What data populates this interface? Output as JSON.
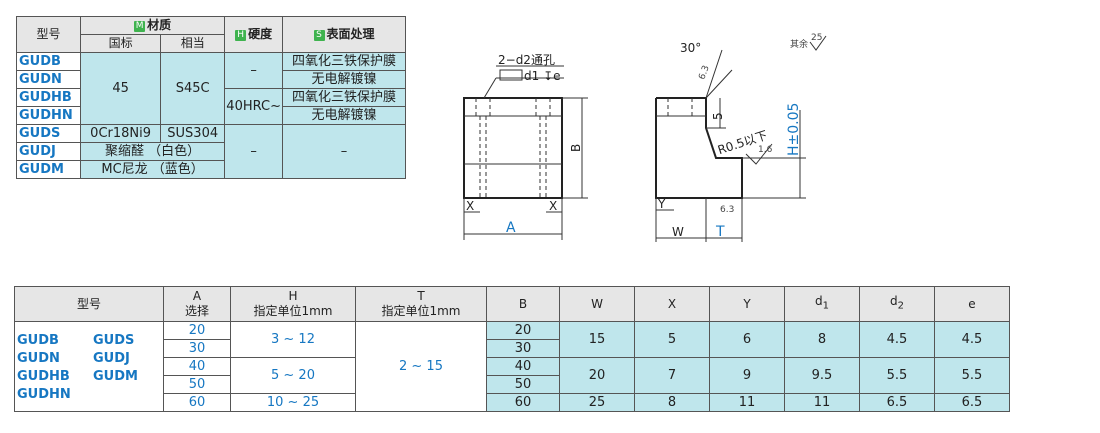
{
  "material_table": {
    "h_model": "型号",
    "h_material_tag": "M",
    "h_material": "材质",
    "h_gb": "国标",
    "h_equiv": "相当",
    "h_hardness_tag": "H",
    "h_hardness": "硬度",
    "h_surface_tag": "S",
    "h_surface": "表面处理",
    "rows": [
      {
        "model": "GUDB"
      },
      {
        "model": "GUDN"
      },
      {
        "model": "GUDHB"
      },
      {
        "model": "GUDHN"
      },
      {
        "model": "GUDS"
      },
      {
        "model": "GUDJ"
      },
      {
        "model": "GUDM"
      }
    ],
    "mat_45_gb": "45",
    "mat_45_eq": "S45C",
    "hard_dash1": "–",
    "hard_40": "40HRC~",
    "surf_1": "四氧化三铁保护膜",
    "surf_2": "无电解镀镍",
    "surf_3": "四氧化三铁保护膜",
    "surf_4": "无电解镀镍",
    "guds_gb": "0Cr18Ni9",
    "guds_eq": "SUS304",
    "gudj_mat": "聚缩醛 （白色）",
    "gudm_mat": "MC尼龙 （蓝色）",
    "hard_dash2": "–",
    "surf_dash": "–"
  },
  "drawing": {
    "hole_label": "2−d2通孔",
    "d1e_label": "d1 ↧e",
    "B": "B",
    "A": "A",
    "X": "X",
    "angle": "30°",
    "rest": "其余",
    "five": "5",
    "r05": "R0.5以下",
    "h_tol": "H±0.05",
    "Y": "Y",
    "W": "W",
    "T": "T",
    "rough1": "6.3",
    "rough2": "1.6",
    "rough3": "6.3",
    "rough4": "25"
  },
  "spec_table": {
    "h_model": "型号",
    "h_A": "A",
    "h_A_sub": "选择",
    "h_H": "H",
    "h_H_sub": "指定单位1mm",
    "h_T": "T",
    "h_T_sub": "指定单位1mm",
    "h_B": "B",
    "h_W": "W",
    "h_X": "X",
    "h_Y": "Y",
    "h_d1": "d",
    "h_d1_sub": "1",
    "h_d2": "d",
    "h_d2_sub": "2",
    "h_e": "e",
    "models_col1": [
      "GUDB",
      "GUDN",
      "GUDHB",
      "GUDHN"
    ],
    "models_col2": [
      "GUDS",
      "GUDJ",
      "GUDM"
    ],
    "A_values": [
      "20",
      "30",
      "40",
      "50",
      "60"
    ],
    "H_ranges": [
      "3 ~ 12",
      "5 ~ 20",
      "10 ~ 25"
    ],
    "T_range": "2 ~ 15",
    "B_values": [
      "20",
      "30",
      "40",
      "50",
      "60"
    ],
    "groups": [
      {
        "W": "15",
        "X": "5",
        "Y": "6",
        "d1": "8",
        "d2": "4.5",
        "e": "4.5"
      },
      {
        "W": "20",
        "X": "7",
        "Y": "9",
        "d1": "9.5",
        "d2": "5.5",
        "e": "5.5"
      },
      {
        "W": "25",
        "X": "8",
        "Y": "11",
        "d1": "11",
        "d2": "6.5",
        "e": "6.5"
      }
    ]
  }
}
